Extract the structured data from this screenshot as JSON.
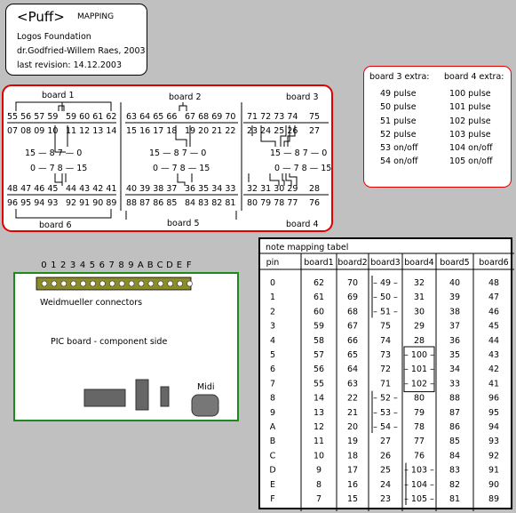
{
  "header": {
    "title": "<Puff>",
    "subtitle": "MAPPING",
    "org": "Logos Foundation",
    "author": "dr.Godfried-Willem Raes, 2003",
    "revision": "last revision:  14.12.2003"
  },
  "boards": {
    "labels": [
      "board 1",
      "board 2",
      "board 3",
      "board 4",
      "board 5",
      "board 6"
    ],
    "b1_top": "55 56 57 59",
    "b1_bot": "07 08 09 10",
    "b2a_top": "59 60 61 62",
    "b2a_bot": "11 12 13 14",
    "b3_top": "63 64 65 66",
    "b3_bot": "15 16 17 18",
    "b4_top": "67 68 69 70",
    "b4_bot": "19 20 21 22",
    "b5_top": "71 72 73 74",
    "b5_bot": "23 24 25 26",
    "b5_75": "75",
    "b5_27": "27",
    "b6_top": "48 47 46 45",
    "b6_bot": "96 95 94 93",
    "b7_top": "44 43 42 41",
    "b7_bot": "92 91 90 89",
    "b8_top": "40 39 38 37",
    "b8_bot": "88 87 86 85",
    "b9_top": "36 35 34 33",
    "b9_bot": "84 83 82 81",
    "b10_top": "32 31 30 29",
    "b10_bot": "80 79 78 77",
    "b10_28": "28",
    "b10_76": "76",
    "conn_upper": "15 — 8 7 — 0",
    "conn_lower": "0 — 7 8 — 15"
  },
  "extra": {
    "col1_header": "board 3 extra:",
    "col1": [
      "49 pulse",
      "50 pulse",
      "51 pulse",
      "52 pulse",
      "53 on/off",
      "54 on/off"
    ],
    "col2_header": "board 4 extra:",
    "col2": [
      "100 pulse",
      "101 pulse",
      "102 pulse",
      "103 pulse",
      "104 on/off",
      "105 on/off"
    ]
  },
  "pic": {
    "pin_labels": [
      "0",
      "1",
      "2",
      "3",
      "4",
      "5",
      "6",
      "7",
      "8",
      "9",
      "A",
      "B",
      "C",
      "D",
      "E",
      "F"
    ],
    "connectors_label": "Weidmueller connectors",
    "board_label": "PIC board - component side",
    "midi_label": "Midi",
    "connector_color": "#8b8b2a",
    "border_color": "#1a8a1a"
  },
  "table": {
    "title": "note mapping tabel",
    "headers": [
      "pin",
      "board1",
      "board2",
      "board3",
      "board4",
      "board5",
      "board6"
    ],
    "rows": [
      [
        "0",
        "62",
        "70",
        "49",
        "32",
        "40",
        "48"
      ],
      [
        "1",
        "61",
        "69",
        "50",
        "31",
        "39",
        "47"
      ],
      [
        "2",
        "60",
        "68",
        "51",
        "30",
        "38",
        "46"
      ],
      [
        "3",
        "59",
        "67",
        "75",
        "29",
        "37",
        "45"
      ],
      [
        "4",
        "58",
        "66",
        "74",
        "28",
        "36",
        "44"
      ],
      [
        "5",
        "57",
        "65",
        "73",
        "100",
        "35",
        "43"
      ],
      [
        "6",
        "56",
        "64",
        "72",
        "101",
        "34",
        "42"
      ],
      [
        "7",
        "55",
        "63",
        "71",
        "102",
        "33",
        "41"
      ],
      [
        "8",
        "14",
        "22",
        "52",
        "80",
        "88",
        "96"
      ],
      [
        "9",
        "13",
        "21",
        "53",
        "79",
        "87",
        "95"
      ],
      [
        "A",
        "12",
        "20",
        "54",
        "78",
        "86",
        "94"
      ],
      [
        "B",
        "11",
        "19",
        "27",
        "77",
        "85",
        "93"
      ],
      [
        "C",
        "10",
        "18",
        "26",
        "76",
        "84",
        "92"
      ],
      [
        "D",
        "9",
        "17",
        "25",
        "103",
        "83",
        "91"
      ],
      [
        "E",
        "8",
        "16",
        "24",
        "104",
        "82",
        "90"
      ],
      [
        "F",
        "7",
        "15",
        "23",
        "105",
        "81",
        "89"
      ]
    ]
  }
}
